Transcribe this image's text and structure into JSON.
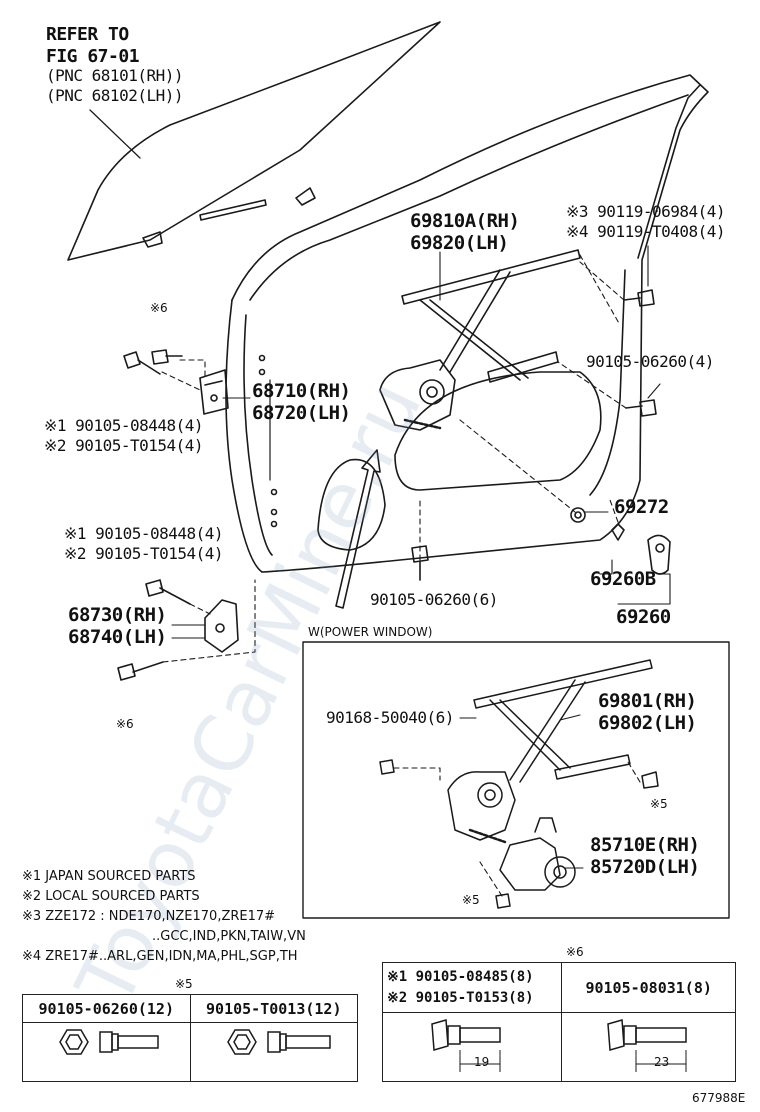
{
  "refer": {
    "line1": "REFER TO",
    "line2": "FIG 67-01",
    "line3": "(PNC 68101(RH))",
    "line4": "(PNC 68102(LH))"
  },
  "parts": {
    "regulator_top_rh": "69810A(RH)",
    "regulator_top_lh": "69820(LH)",
    "bolt3": "※3 90119-06984(4)",
    "bolt4": "※4 90119-T0408(4)",
    "bolt_90105_06260_a": "90105-06260(4)",
    "hinge_upper_rh": "68710(RH)",
    "hinge_upper_lh": "68720(LH)",
    "hinge_upper_bolt1": "※1 90105-08448(4)",
    "hinge_upper_bolt2": "※2 90105-T0154(4)",
    "mark6_top": "※6",
    "p69272": "69272",
    "p69260b": "69260B",
    "p69260": "69260",
    "bolt_90105_06260_b": "90105-06260(6)",
    "hinge_lower_bolt1": "※1 90105-08448(4)",
    "hinge_lower_bolt2": "※2 90105-T0154(4)",
    "hinge_lower_rh": "68730(RH)",
    "hinge_lower_lh": "68740(LH)",
    "mark6_bottom": "※6"
  },
  "power_window": {
    "title": "W(POWER WINDOW)",
    "regulator_rh": "69801(RH)",
    "regulator_lh": "69802(LH)",
    "bolt": "90168-50040(6)",
    "mark5_right": "※5",
    "motor_rh": "85710E(RH)",
    "motor_lh": "85720D(LH)",
    "mark5_bottom": "※5"
  },
  "notes": {
    "n1": "※1 JAPAN SOURCED PARTS",
    "n2": "※2 LOCAL SOURCED PARTS",
    "n3": "※3 ZZE172 : NDE170,NZE170,ZRE17#",
    "n3b": "..GCC,IND,PKN,TAIW,VN",
    "n4": "※4 ZRE17#..ARL,GEN,IDN,MA,PHL,SGP,TH"
  },
  "table5": {
    "mark": "※5",
    "col1": "90105-06260(12)",
    "col2": "90105-T0013(12)"
  },
  "table6": {
    "mark": "※6",
    "col1_a": "※1 90105-08485(8)",
    "col1_b": "※2 90105-T0153(8)",
    "col2": "90105-08031(8)",
    "len1": "19",
    "len2": "23"
  },
  "diagram_code": "677988E",
  "watermark": "ToyotaCarMine.ru"
}
